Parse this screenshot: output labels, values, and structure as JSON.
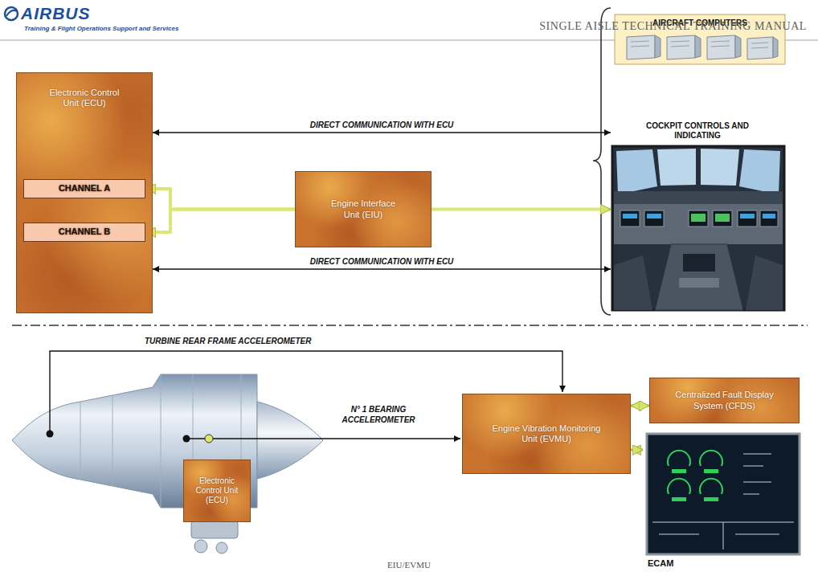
{
  "diagram": {
    "title": "SINGLE AISLE TECHNICAL TRAINING MANUAL",
    "caption": "EIU/EVMU",
    "nodes": [
      {
        "text": [
          "Electronic Control Unit (ECU)"
        ]
      },
      {
        "text": [
          "CHANNEL A"
        ],
        "in": 0
      },
      {
        "text": [
          "CHANNEL B"
        ],
        "in": 0
      },
      {
        "text": [
          "Engine Interface Unit (EIU)"
        ]
      },
      {
        "text": [
          "AIRCRAFT COMPUTERS"
        ]
      },
      {
        "text": [
          "COCKPIT CONTROLS AND INDICATING"
        ]
      },
      {
        "text": [
          "Engine Vibration Monitoring Unit (EVMU)"
        ]
      },
      {
        "text": [
          "Centralized Fault Display System (CFDS)"
        ]
      },
      {
        "text": [
          "Electronic Control Unit (ECU)"
        ]
      },
      {
        "text": [
          "ECAM"
        ]
      }
    ],
    "edges": [
      {
        "from": 0,
        "to": 5,
        "arrow": "both",
        "label": "DIRECT COMMUNICATION WITH ECU"
      },
      {
        "from": 3,
        "to": 1,
        "arrow": "to"
      },
      {
        "from": 3,
        "to": 2,
        "arrow": "to"
      },
      {
        "from": 1,
        "to": 2,
        "arrow": "both"
      },
      {
        "from": 3,
        "to": 5,
        "arrow": "to"
      },
      {
        "from": 0,
        "to": 5,
        "arrow": "both",
        "label": "DIRECT COMMUNICATION WITH ECU"
      },
      {
        "from": 6,
        "to": 7,
        "arrow": "both"
      },
      {
        "from": 6,
        "to": 9,
        "arrow": "both"
      }
    ],
    "labels": [
      "AIRBUS",
      "Training & Flight Operations Support and Services",
      "TURBINE REAR FRAME ACCELEROMETER",
      "N° 1 BEARING ACCELEROMETER"
    ]
  }
}
